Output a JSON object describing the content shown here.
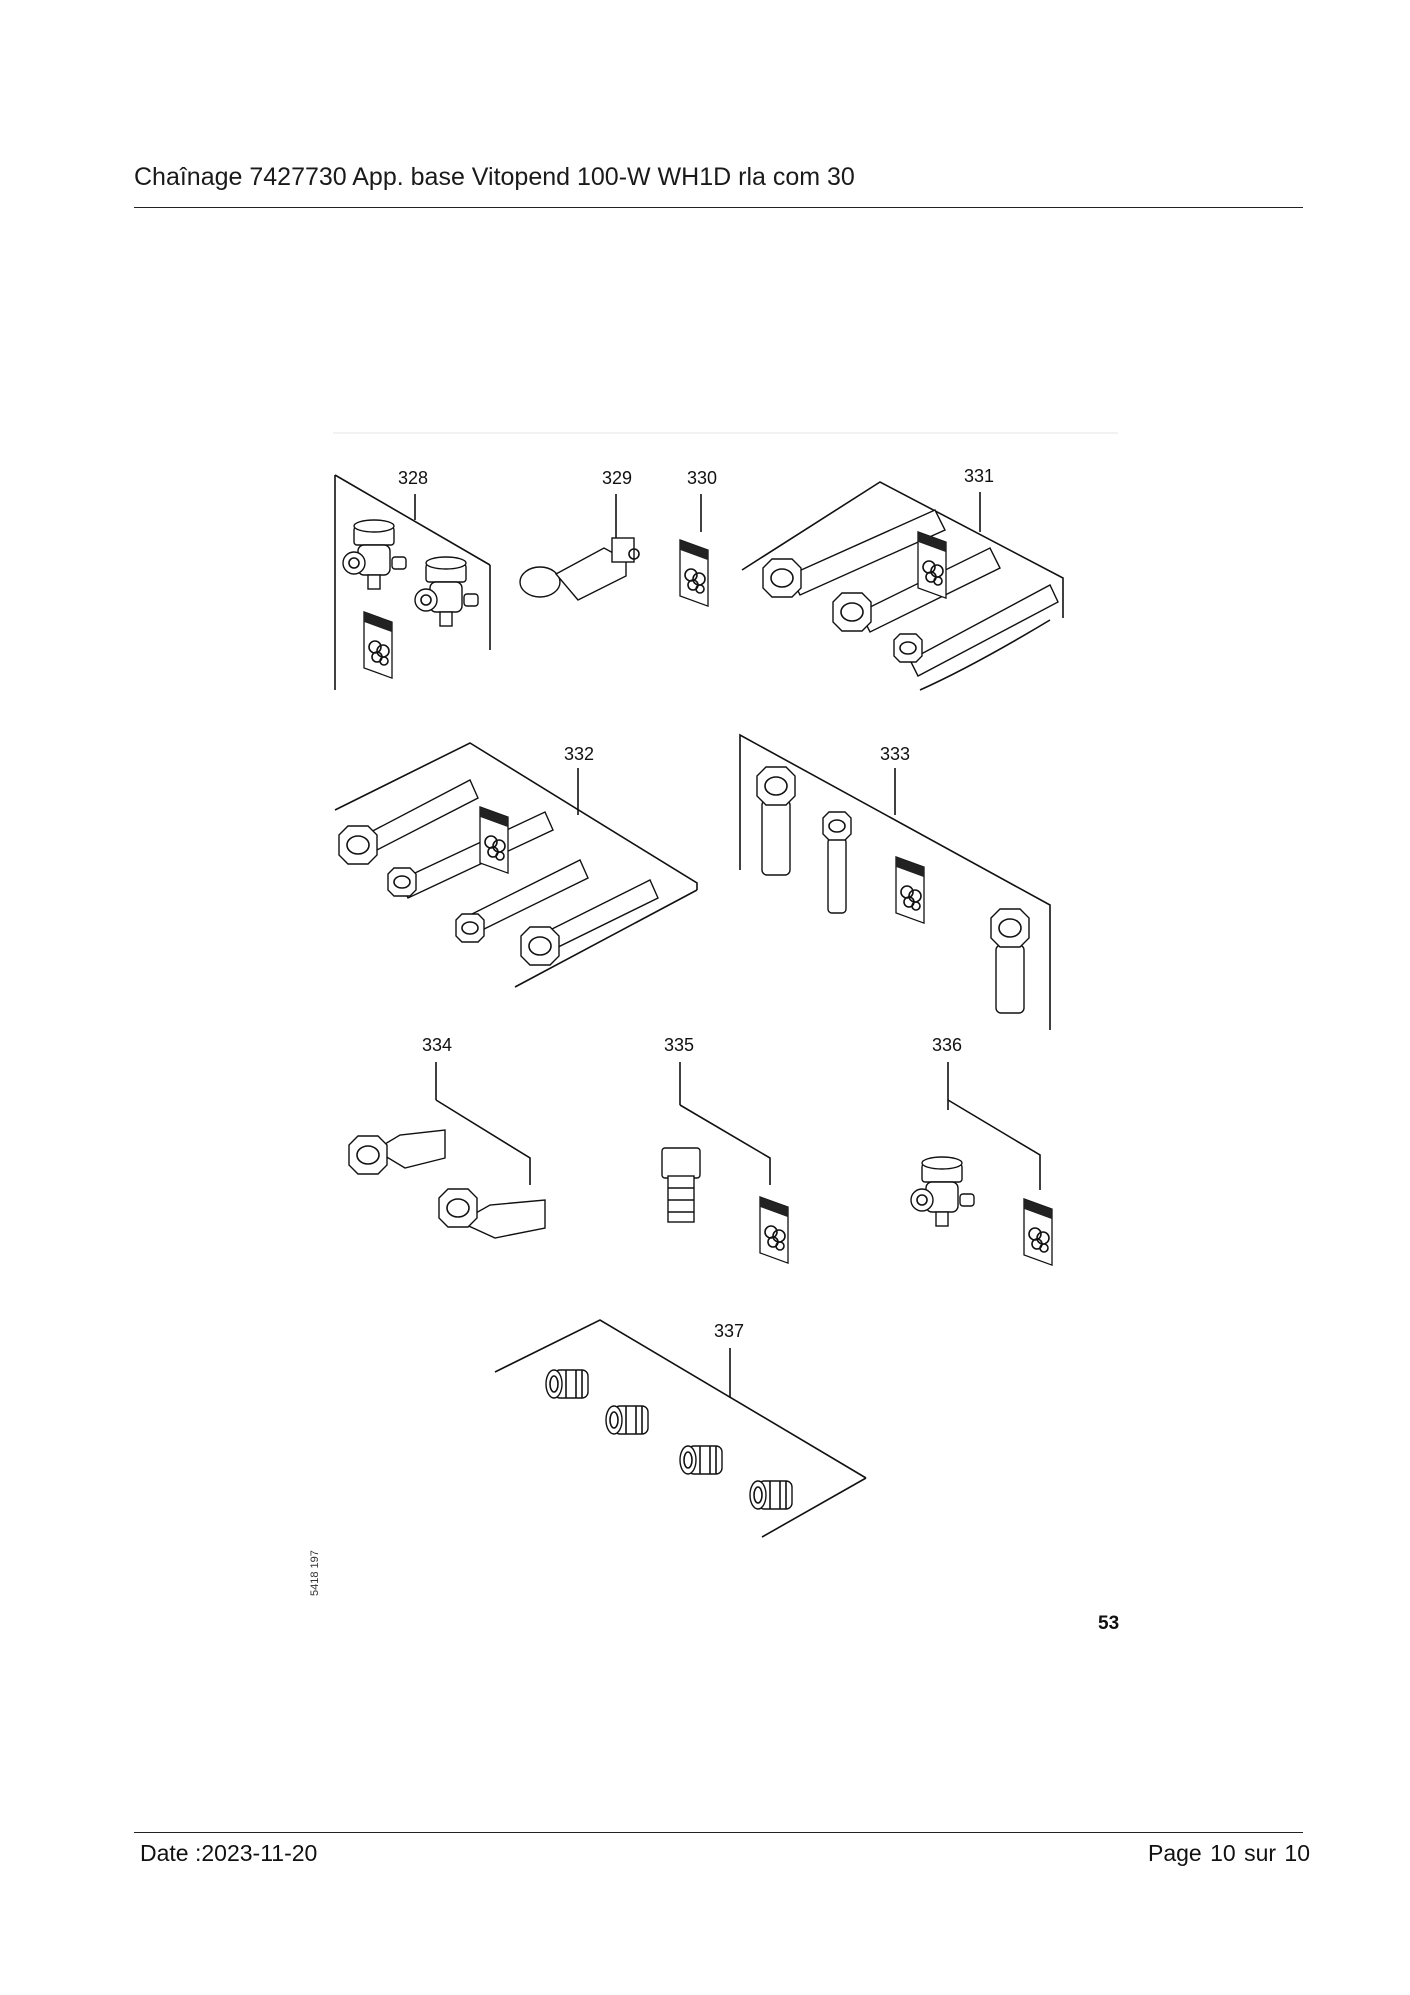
{
  "header": {
    "title": "Chaînage 7427730 App. base Vitopend 100-W WH1D rla com 30"
  },
  "diagram": {
    "callouts": [
      "328",
      "329",
      "330",
      "331",
      "332",
      "333",
      "334",
      "335",
      "336",
      "337"
    ],
    "drawing_code": "5418 197",
    "plate_number": "53"
  },
  "footer": {
    "date": "Date :2023-11-20",
    "page": "Page 10 sur  10"
  }
}
